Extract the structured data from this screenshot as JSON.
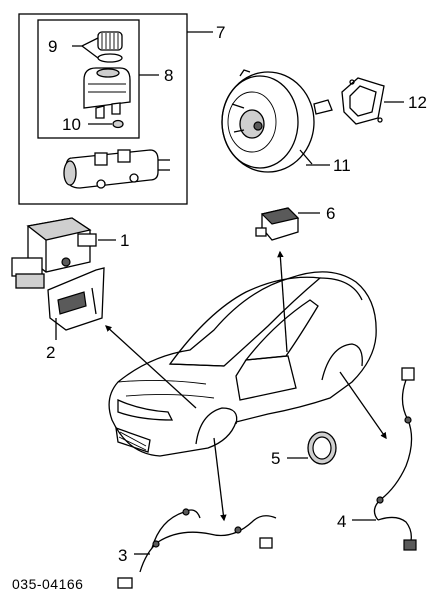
{
  "diagram_code": "035-04166",
  "callouts": {
    "c1": "1",
    "c2": "2",
    "c3": "3",
    "c4": "4",
    "c5": "5",
    "c6": "6",
    "c7": "7",
    "c8": "8",
    "c9": "9",
    "c10": "10",
    "c11": "11",
    "c12": "12"
  }
}
